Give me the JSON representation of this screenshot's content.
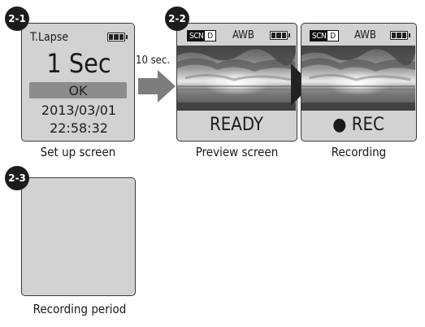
{
  "panel_1": {
    "badge": "2-1",
    "mode": "T.Lapse",
    "interval": "1 Sec",
    "ok": "OK",
    "date": "2013/03/01",
    "time": "22:58:32",
    "caption": "Set up screen"
  },
  "transition_label": "10 sec.",
  "panel_2": {
    "badge": "2-2",
    "scn": "SCN",
    "scn_mode": "D",
    "awb": "AWB",
    "status": "READY",
    "caption": "Preview screen"
  },
  "panel_3": {
    "scn": "SCN",
    "scn_mode": "D",
    "awb": "AWB",
    "status": "● REC",
    "caption": "Recording"
  },
  "panel_4": {
    "badge": "2-3",
    "caption": "Recording period"
  },
  "colors": {
    "screen_bg": "#d2d2d2",
    "ok_bar": "#8c8c8c",
    "arrow": "#7d7d7d",
    "badge": "#1c1c1c"
  },
  "icons": [
    "battery-icon",
    "scene-mode-icon",
    "arrow-right-icon",
    "landscape-photo"
  ]
}
